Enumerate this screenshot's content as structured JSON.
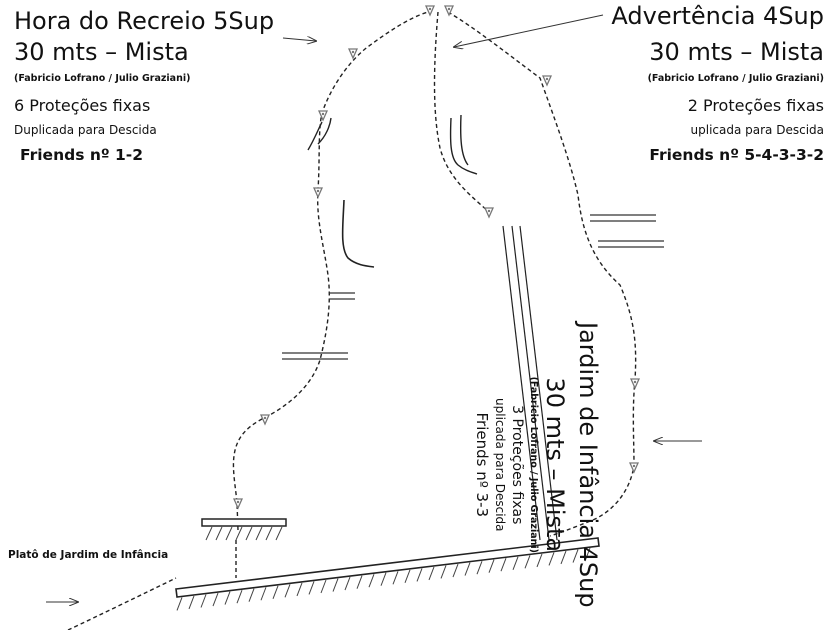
{
  "left_route": {
    "name": "Hora do Recreio 5Sup",
    "length_type": "30 mts – Mista",
    "authors": "(Fabricio Lofrano  / Julio Graziani)",
    "protections": "6 Proteções fixas",
    "descent": "Duplicada para Descida",
    "friends": "Friends nº 1-2"
  },
  "top_right_route": {
    "name": "Advertência 4Sup",
    "length_type": "30 mts – Mista",
    "authors": "(Fabricio Lofrano  / Julio Graziani)",
    "protections": "2 Proteções fixas",
    "descent": "uplicada para Descida",
    "friends": "Friends nº 5-4-3-3-2"
  },
  "right_route": {
    "name": "Jardim de Infância 4Sup",
    "length_type": "30 mts – Mista",
    "authors": "(Fabricio Lofrano / Julio Graziani)",
    "protections": "3 Proteções fixas",
    "descent": "uplicada para Descida",
    "friends": "Friends nº 3-3"
  },
  "plateau_label": "Platô de Jardim de Infância",
  "icons": {
    "bolt": "bolt-hanger-icon",
    "arrow": "arrow-icon"
  },
  "colors": {
    "ink": "#111111",
    "background": "#ffffff"
  }
}
